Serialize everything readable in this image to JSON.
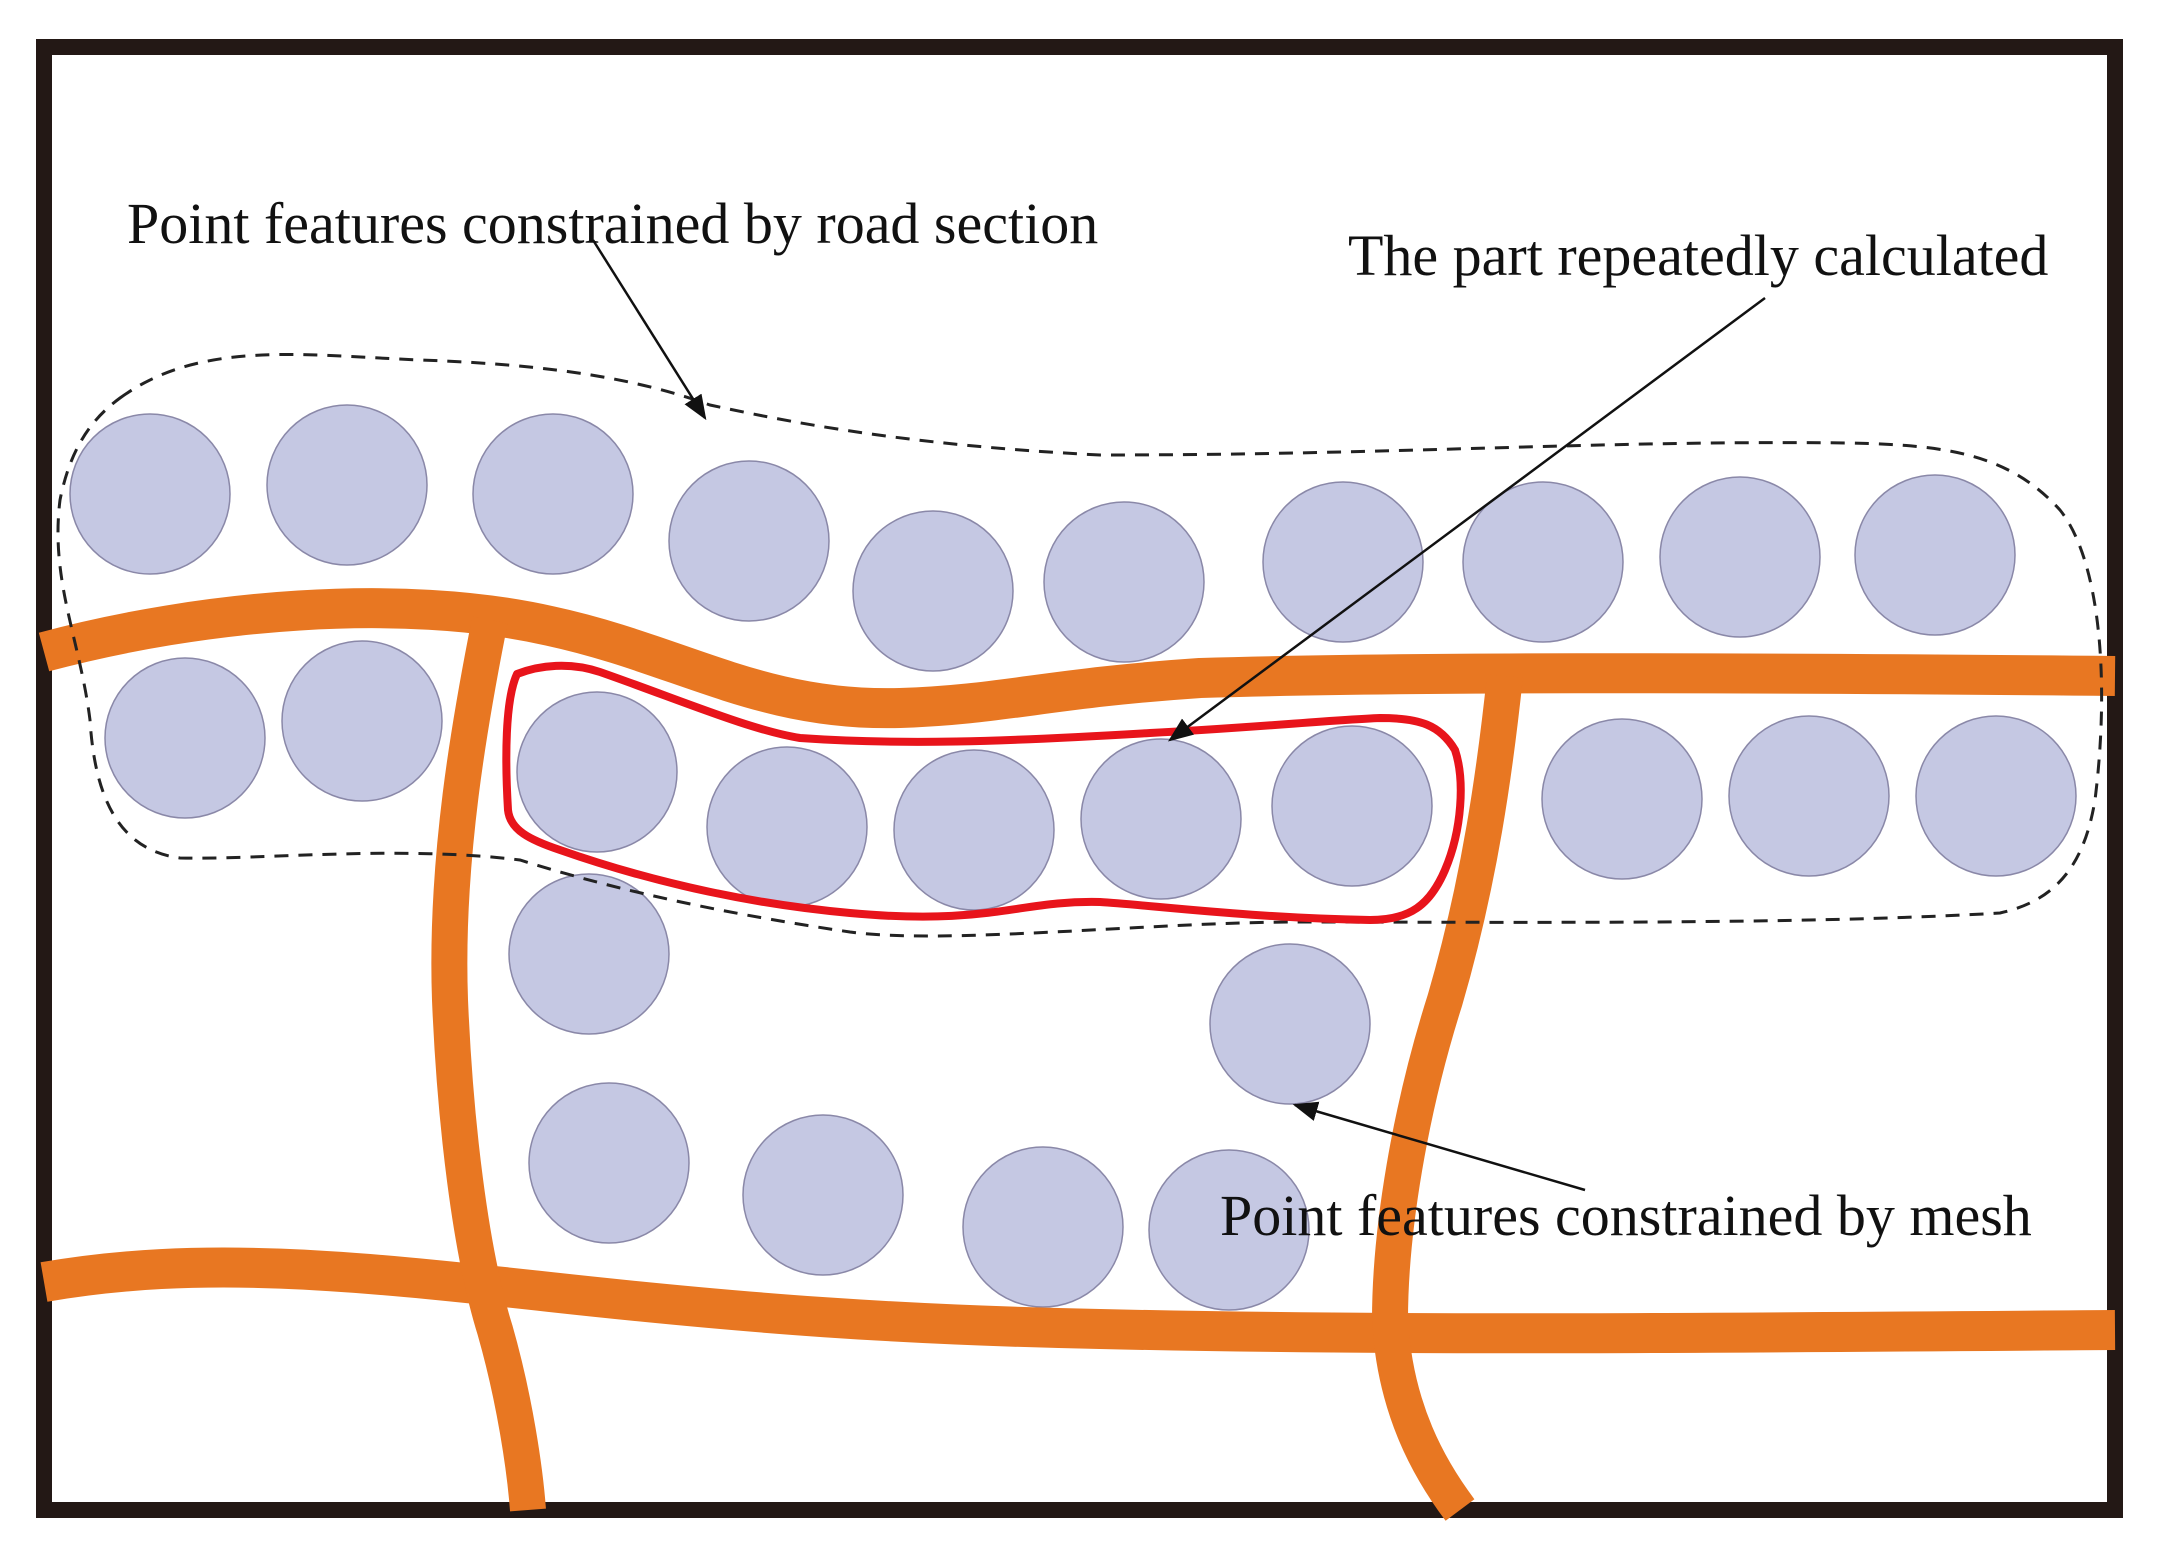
{
  "labels": {
    "road_section": "Point features constrained by road section",
    "repeated": "The part repeatedly calculated",
    "mesh": "Point features constrained by mesh"
  },
  "colors": {
    "road": "#E87722",
    "point_fill": "#C5C8E3",
    "highlight": "#E8141B",
    "frame": "#231815"
  }
}
